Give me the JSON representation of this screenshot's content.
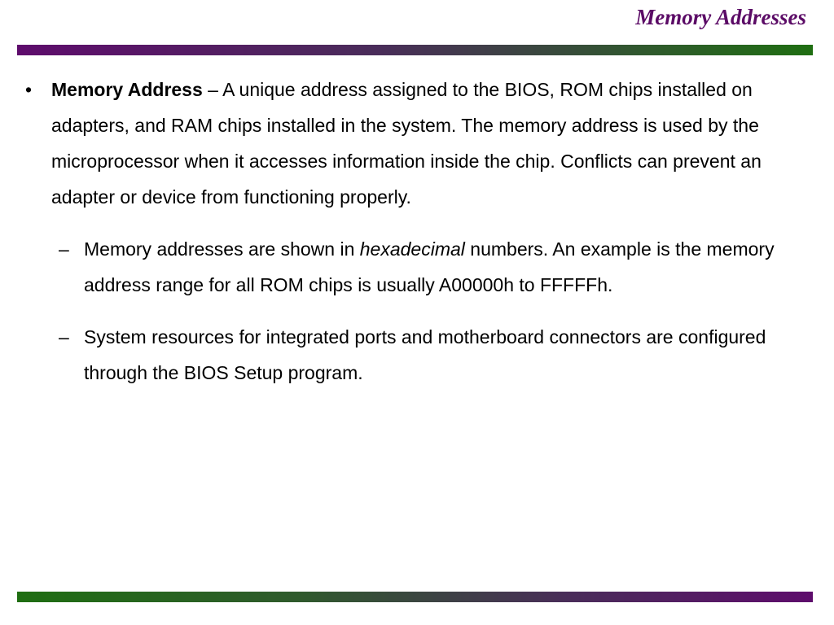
{
  "slide": {
    "title": "Memory Addresses"
  },
  "bullets": {
    "main": {
      "marker": "•",
      "term": "Memory Address",
      "text": " – A unique address assigned to the BIOS, ROM chips installed on adapters, and RAM chips installed in the system.  The memory address is used by the microprocessor when it accesses information inside the chip. Conflicts can prevent an adapter or device from functioning properly."
    },
    "sub1": {
      "marker": "–",
      "before": "Memory addresses are shown in ",
      "emphasis": "hexadecimal",
      "after": " numbers. An example is the memory address range for all ROM chips is usually A00000h to FFFFFh."
    },
    "sub2": {
      "marker": "–",
      "text": "System resources for integrated ports and motherboard connectors are configured through the BIOS Setup program."
    }
  },
  "colors": {
    "title": "#5b0b66",
    "bar_purple": "#5e0c6c",
    "bar_green": "#1f6e12"
  }
}
